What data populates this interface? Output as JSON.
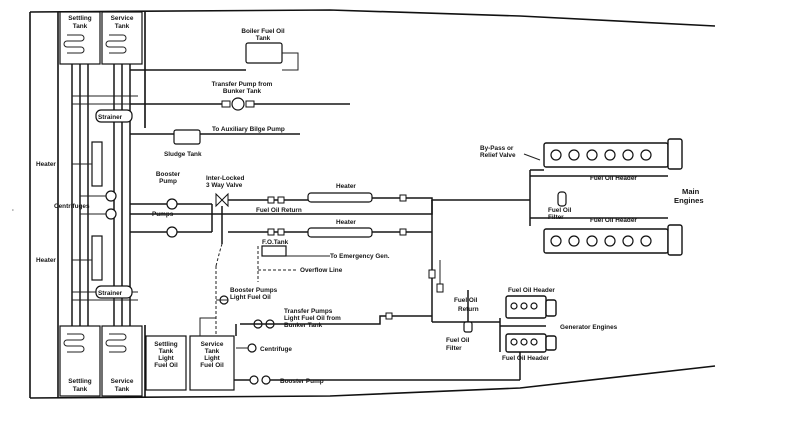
{
  "labels": {
    "settling_tank_top": [
      "Settling",
      "Tank"
    ],
    "service_tank_top": [
      "Service",
      "Tank"
    ],
    "boiler_fuel_oil_tank": [
      "Boiler Fuel Oil",
      "Tank"
    ],
    "transfer_pump_bunker": [
      "Transfer Pump from",
      "Bunker Tank"
    ],
    "strainer_top": "Strainer",
    "to_auxiliary_bilge_pump": "To Auxiliary Bilge Pump",
    "sludge_tank": "Sludge Tank",
    "heater_left_top": "Heater",
    "centrifuges": "Centrifuges",
    "heater_left_bottom": "Heater",
    "strainer_bottom": "Strainer",
    "settling_tank_bottom": [
      "Settling",
      "Tank"
    ],
    "service_tank_bottom": [
      "Service",
      "Tank"
    ],
    "booster_pump": [
      "Booster",
      "Pump"
    ],
    "pumps": "Pumps",
    "interlocked_valve": [
      "Inter-Locked",
      "3 Way Valve"
    ],
    "heater_upper": "Heater",
    "heater_lower": "Heater",
    "fuel_oil_return": "Fuel Oil Return",
    "fo_tank": "F.O.Tank",
    "to_emergency_gen": "To Emergency Gen.",
    "overflow_line": "Overflow Line",
    "booster_pumps_light": [
      "Booster Pumps",
      "Light Fuel Oil"
    ],
    "transfer_pumps_light": [
      "Transfer Pumps",
      "Light Fuel Oil from",
      "Bunker Tank"
    ],
    "centrifuge": "Centrifuge",
    "settling_tank_light": [
      "Settling",
      "Tank",
      "Light",
      "Fuel Oil"
    ],
    "service_tank_light": [
      "Service",
      "Tank",
      "Light",
      "Fuel Oil"
    ],
    "booster_pump_bottom": "Booster Pump",
    "bypass_relief_valve": [
      "By-Pass or",
      "Relief Valve"
    ],
    "fuel_oil_header_top": "Fuel Oil Header",
    "fuel_oil_filter_main": [
      "Fuel Oil",
      "Filter"
    ],
    "fuel_oil_header_mid": "Fuel Oil Header",
    "main_engines": [
      "Main",
      "Engines"
    ],
    "fuel_oil_return_gen": [
      "Fuel Oil",
      "Return"
    ],
    "fuel_oil_filter_gen": [
      "Fuel Oil",
      "Filter"
    ],
    "fuel_oil_header_gen_top": "Fuel Oil Header",
    "generator_engines": "Generator Engines",
    "fuel_oil_header_gen_bottom": "Fuel Oil Header"
  }
}
